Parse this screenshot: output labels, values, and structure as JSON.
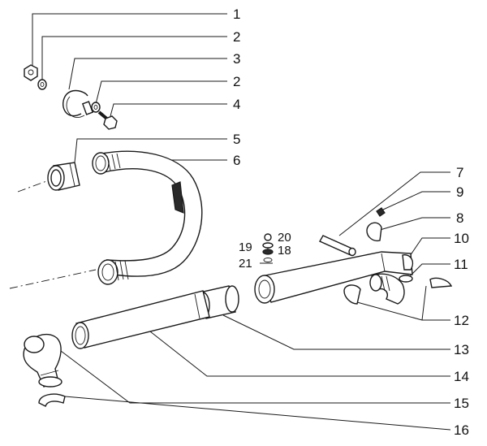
{
  "callouts": {
    "c1": "1",
    "c2a": "2",
    "c3": "3",
    "c2b": "2",
    "c4": "4",
    "c5": "5",
    "c6": "6",
    "c7": "7",
    "c9": "9",
    "c8": "8",
    "c10": "10",
    "c11": "11",
    "c12": "12",
    "c13": "13",
    "c14": "14",
    "c15": "15",
    "c16": "16",
    "c20": "20",
    "c19": "19",
    "c18": "18",
    "c21": "21"
  }
}
